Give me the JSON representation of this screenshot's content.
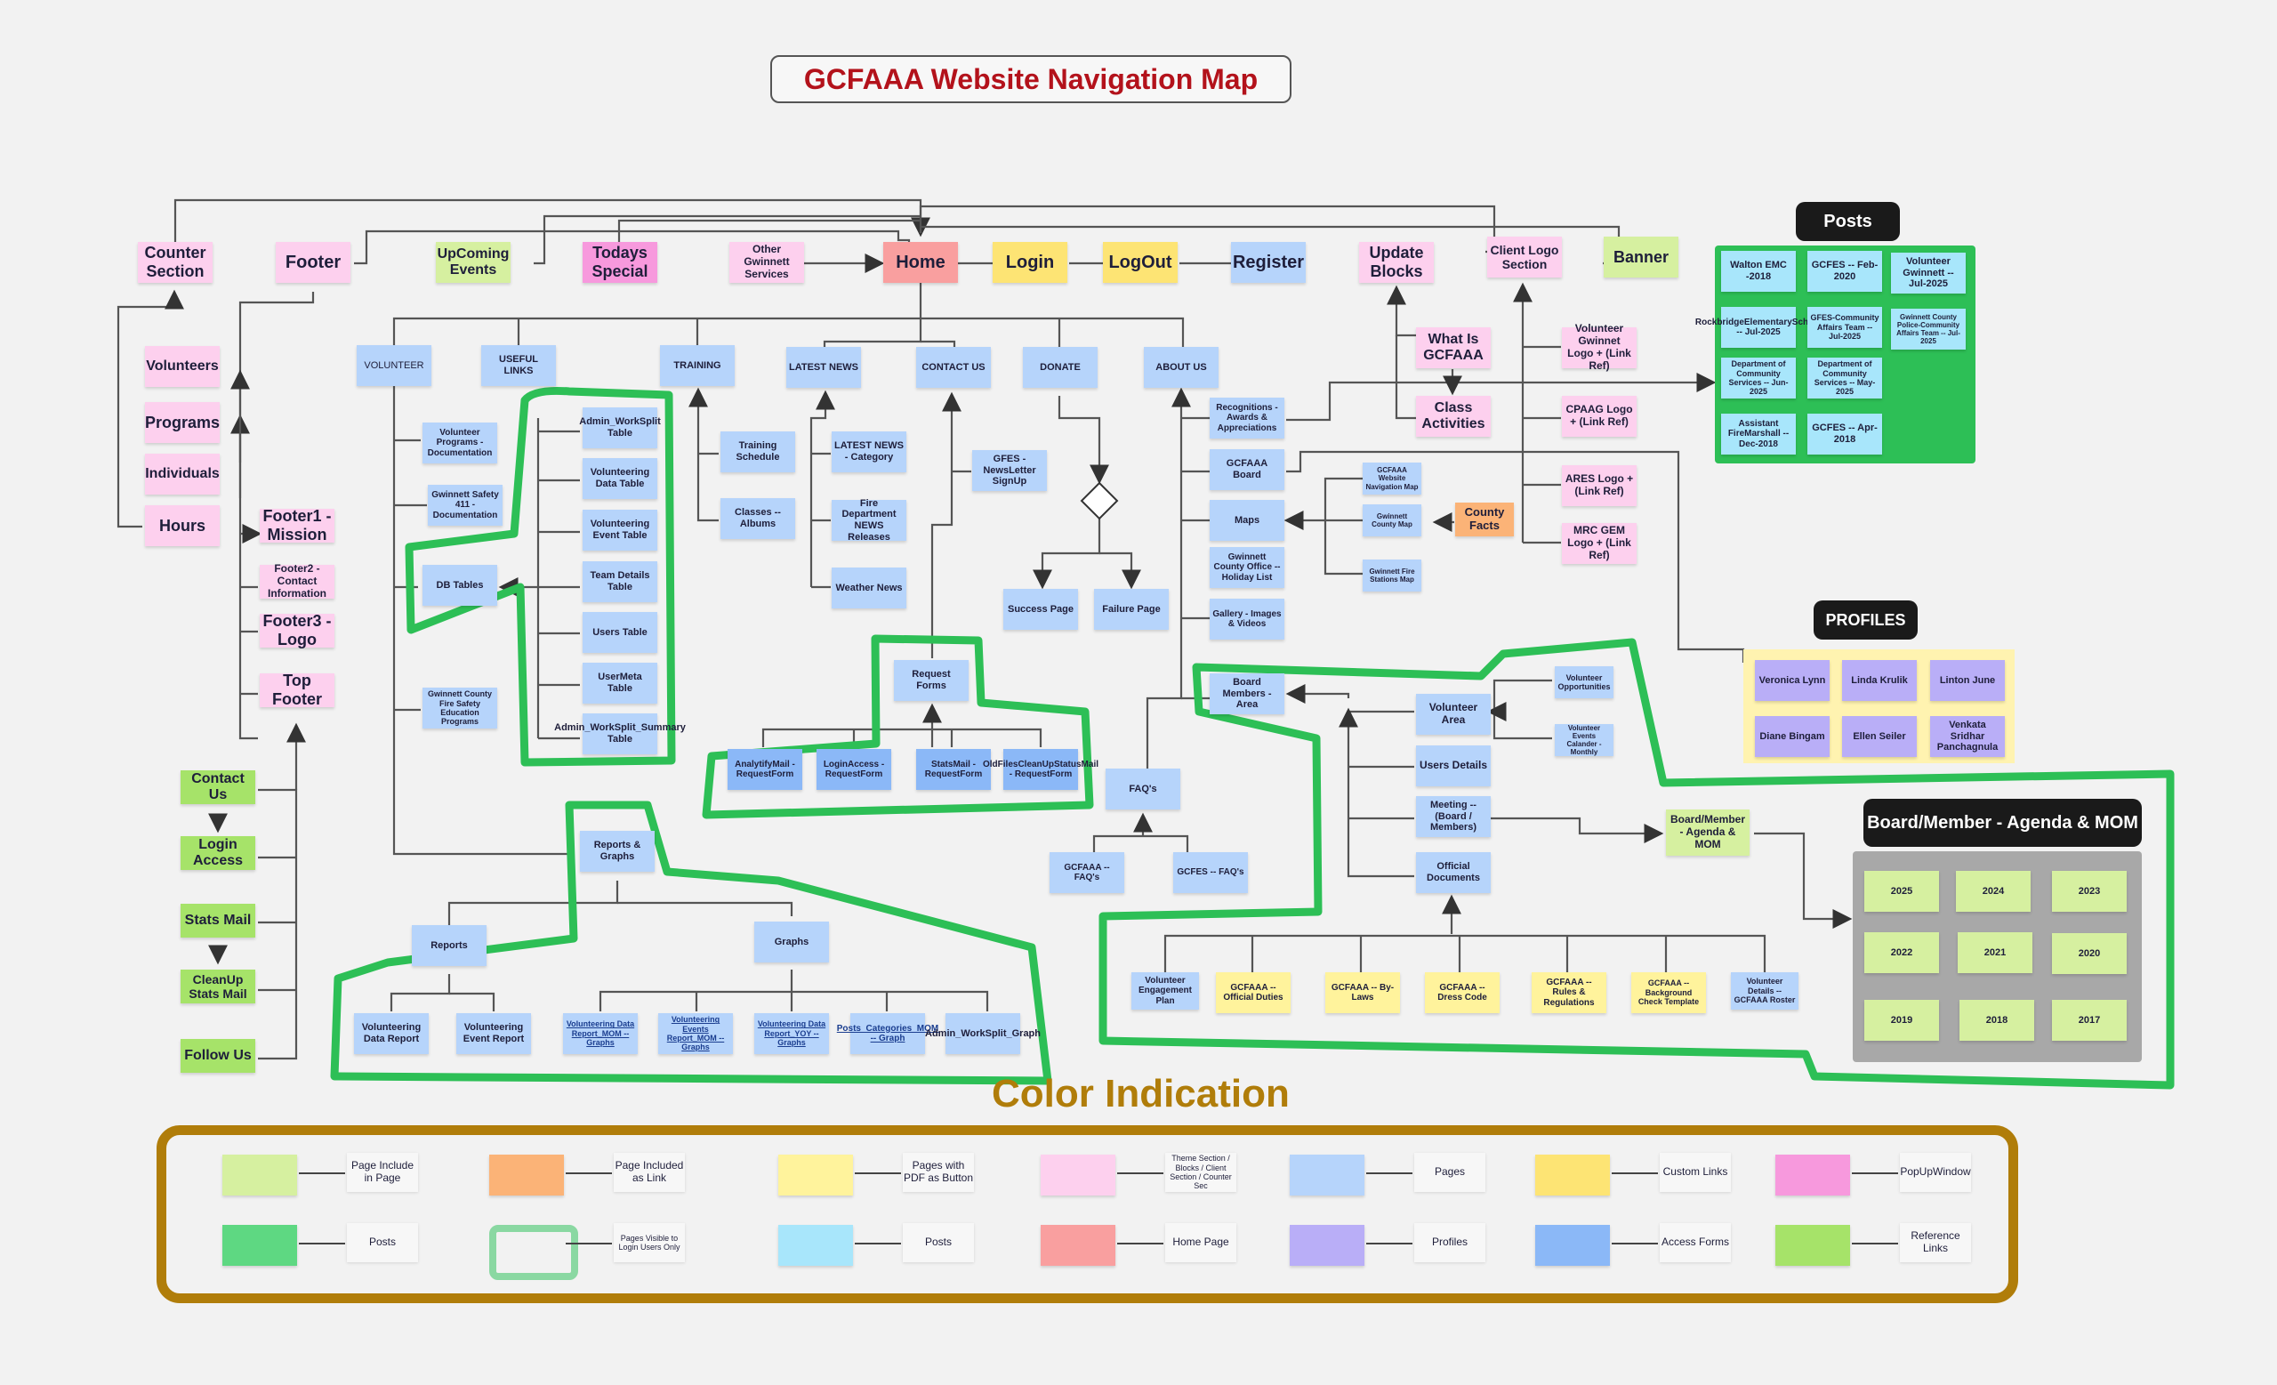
{
  "title": "GCFAAA Website Navigation Map",
  "colors": {
    "background": "#f2f2f2",
    "title_text": "#b3121b",
    "login_only_outline": "#2dbf56",
    "legend_frame": "#b07d0a",
    "posts_panel": "#2dbf56",
    "profiles_panel": "#fff3b0",
    "agenda_panel": "#a8a8a8"
  },
  "top_row": {
    "counter_section": "Counter Section",
    "footer": "Footer",
    "upcoming_events": "UpComing Events",
    "todays_special": "Todays Special",
    "other_gwinnett": "Other Gwinnett Services",
    "home": "Home",
    "login": "Login",
    "logout": "LogOut",
    "register": "Register",
    "update_blocks": "Update Blocks",
    "client_logo": "Client Logo Section",
    "banner": "Banner"
  },
  "counter_items": [
    "Volunteers",
    "Programs",
    "Individuals",
    "Hours"
  ],
  "footer_items": [
    "Footer1 - Mission",
    "Footer2 - Contact Information",
    "Footer3 - Logo",
    "Top Footer"
  ],
  "top_footer_links": [
    "Contact Us",
    "Login Access",
    "Stats Mail",
    "CleanUp Stats Mail",
    "Follow Us"
  ],
  "menu": [
    "VOLUNTEER",
    "USEFUL LINKS",
    "TRAINING",
    "LATEST NEWS",
    "CONTACT US",
    "DONATE",
    "ABOUT US"
  ],
  "volunteer": {
    "children": [
      "Volunteer Programs - Documentation",
      "Gwinnett Safety 411 - Documentation",
      "DB Tables",
      "Gwinnett County Fire Safety Education Programs",
      "Reports & Graphs"
    ],
    "db_tables": [
      "Admin_WorkSplit Table",
      "Volunteering Data Table",
      "Volunteering Event Table",
      "Team Details Table",
      "Users Table",
      "UserMeta Table",
      "Admin_WorkSplit_Summary Table"
    ],
    "reports_label": "Reports",
    "graphs_label": "Graphs",
    "reports": [
      "Volunteering Data Report",
      "Volunteering Event Report"
    ],
    "graphs": [
      "Volunteering Data Report_MOM -- Graphs",
      "Volunteering Events Report_MOM -- Graphs",
      "Volunteering Data Report_YOY -- Graphs",
      "Posts_Categories_MOM -- Graph",
      "Admin_WorkSplit_Graph"
    ]
  },
  "training": [
    "Training Schedule",
    "Classes -- Albums"
  ],
  "latest_news": [
    "LATEST NEWS - Category",
    "Fire Department NEWS Releases",
    "Weather News"
  ],
  "contact": {
    "newsletter": "GFES - NewsLetter SignUp",
    "request_forms": "Request Forms",
    "forms": [
      "AnalytifyMail - RequestForm",
      "LoginAccess - RequestForm",
      "StatsMail - RequestForm",
      "OldFilesCleanUpStatusMail - RequestForm"
    ]
  },
  "donate": {
    "success": "Success Page",
    "failure": "Failure Page"
  },
  "about": {
    "children": [
      "Recognitions - Awards & Appreciations",
      "GCFAAA Board",
      "Maps",
      "Gwinnett County Office -- Holiday List",
      "Gallery - Images & Videos"
    ],
    "maps": [
      "GCFAAA Website Navigation Map",
      "Gwinnett County Map",
      "Gwinnett Fire Stations Map"
    ],
    "county_facts": "County Facts",
    "faqs": "FAQ's",
    "faq_children": [
      "GCFAAA -- FAQ's",
      "GCFES -- FAQ's"
    ]
  },
  "update_blocks": {
    "what_is": "What Is GCFAAA",
    "class_activities": "Class Activities"
  },
  "client_logos": [
    "Volunteer Gwinnet Logo + (Link Ref)",
    "CPAAG Logo + (Link Ref)",
    "ARES  Logo + (Link Ref)",
    "MRC GEM Logo + (Link Ref)"
  ],
  "posts": {
    "header": "Posts",
    "items": [
      "Walton EMC -2018",
      "GCFES -- Feb-2020",
      "Volunteer Gwinnett -- Jul-2025",
      "RockbridgeElementarySchool -- Jul-2025",
      "GFES-Community Affairs Team -- Jul-2025",
      "Gwinnett County Police-Community Affairs Team -- Jul-2025",
      "Department of Community Services -- Jun-2025",
      "Department of Community Services -- May-2025",
      "Assistant FireMarshall -- Dec-2018",
      "GCFES -- Apr-2018"
    ]
  },
  "profiles": {
    "header": "PROFILES",
    "items": [
      "Veronica Lynn",
      "Linda Krulik",
      "Linton June",
      "Diane Bingam",
      "Ellen Seiler",
      "Venkata Sridhar Panchagnula"
    ]
  },
  "board": {
    "area": "Board Members - Area",
    "volunteer_area": "Volunteer Area",
    "volunteer_children": [
      "Volunteer Opportunities",
      "Volunteer Events Calander - Monthly"
    ],
    "users_details": "Users Details",
    "meeting": "Meeting -- (Board / Members)",
    "official_docs": "Official Documents",
    "agenda_link": "Board/Member - Agenda & MOM",
    "docs": [
      "Volunteer Engagement Plan",
      "GCFAAA -- Official Duties",
      "GCFAAA -- By-Laws",
      "GCFAAA -- Dress Code",
      "GCFAAA -- Rules & Regulations",
      "GCFAAA -- Background Check Template",
      "Volunteer Details -- GCFAAA Roster"
    ]
  },
  "agenda": {
    "header": "Board/Member - Agenda & MOM",
    "years": [
      "2025",
      "2024",
      "2023",
      "2022",
      "2021",
      "2020",
      "2019",
      "2018",
      "2017"
    ]
  },
  "legend": {
    "title": "Color Indication",
    "items": [
      {
        "label": "Page Include in Page",
        "color": "#d6f0a0"
      },
      {
        "label": "Page Included as Link",
        "color": "#fbb377"
      },
      {
        "label": "Pages with PDF as Button",
        "color": "#fff39c"
      },
      {
        "label": "Theme Section / Blocks / Client Section / Counter Sec",
        "color": "#fdd0ee"
      },
      {
        "label": "Pages",
        "color": "#b6d4fb"
      },
      {
        "label": "Custom Links",
        "color": "#fde474"
      },
      {
        "label": "PopUpWindow",
        "color": "#f799dd"
      },
      {
        "label": "Posts",
        "color": "#5ed882"
      },
      {
        "label": "Pages Visible to Login Users Only",
        "color": "outline"
      },
      {
        "label": "Posts",
        "color": "#a8e6fb"
      },
      {
        "label": "Home Page",
        "color": "#f99f9f"
      },
      {
        "label": "Profiles",
        "color": "#b9aef7"
      },
      {
        "label": "Access Forms",
        "color": "#8bb8f7"
      },
      {
        "label": "Reference Links",
        "color": "#a6e369"
      }
    ]
  }
}
